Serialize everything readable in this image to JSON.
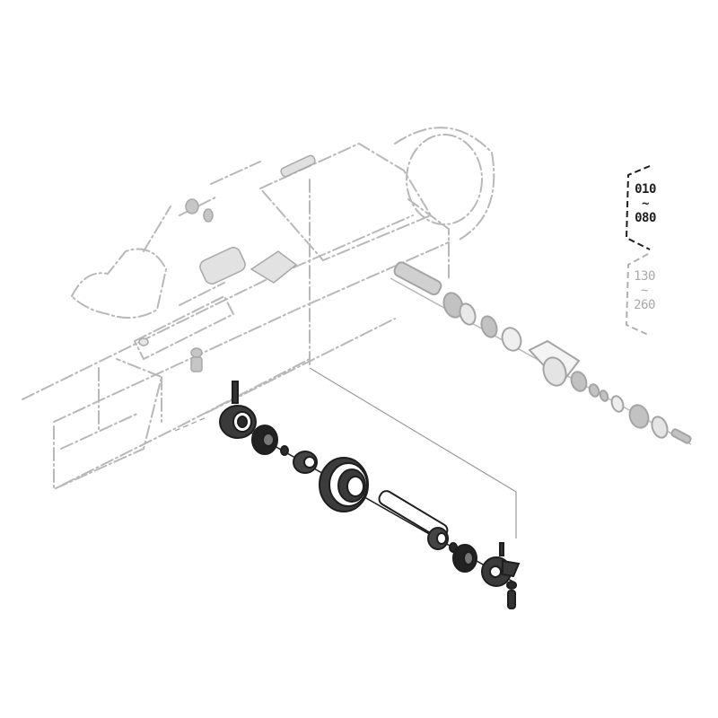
{
  "diagram": {
    "type": "exploded-parts-view",
    "subject": "track roller assembly",
    "colors": {
      "background": "#ffffff",
      "highlighted_parts": "#1e1e1e",
      "context_parts": "#b4b4b4",
      "leader_lines": "#9a9a9a"
    }
  },
  "labels": {
    "group_1": {
      "from": "010",
      "sep": "~",
      "to": "080",
      "style": "dark"
    },
    "group_2": {
      "from": "130",
      "sep": "~",
      "to": "260",
      "style": "gray"
    }
  }
}
